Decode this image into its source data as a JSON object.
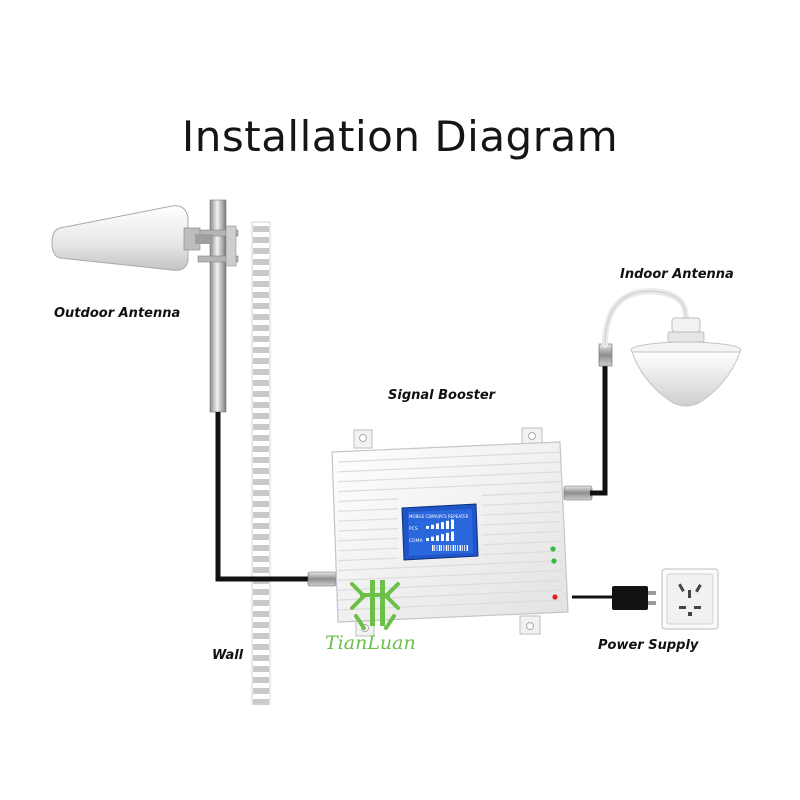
{
  "diagram": {
    "title": "Installation Diagram",
    "labels": {
      "outdoor_antenna": "Outdoor Antenna",
      "indoor_antenna": "Indoor Antenna",
      "signal_booster": "Signal Booster",
      "wall": "Wall",
      "power_supply": "Power Supply"
    },
    "device_screen": {
      "header": "MOBILE CDMA/PCS REPEATER",
      "band_1": "PCS",
      "band_2": "CDMA"
    },
    "brand": {
      "name": "TianLuan",
      "color": "#6cc04a"
    },
    "colors": {
      "cable": "#111111",
      "screen": "#1f55c8",
      "led_green": "#2fbf3a",
      "led_red": "#e02020"
    }
  }
}
